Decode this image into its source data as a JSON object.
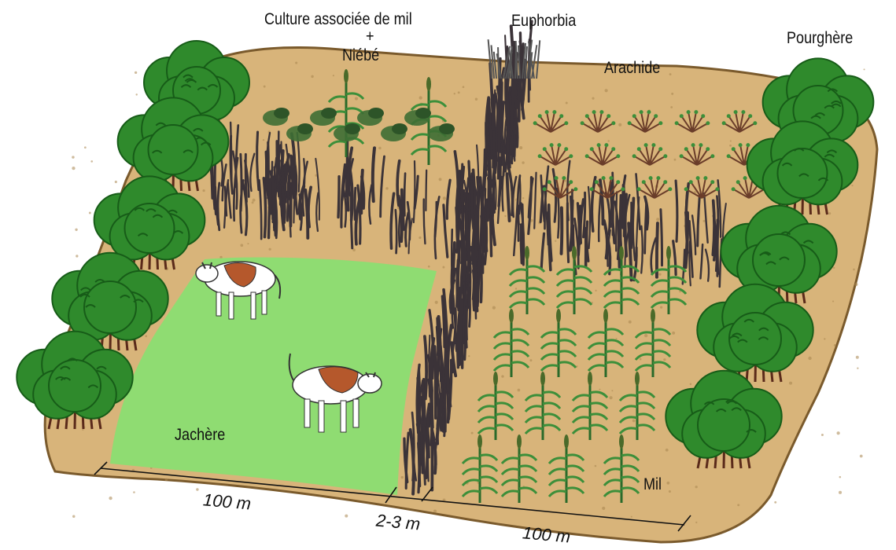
{
  "labels": {
    "intercrop_line1": "Culture associée de mil",
    "intercrop_plus": "+",
    "intercrop_line2": "Niébé",
    "euphorbia": "Euphorbia",
    "arachide": "Arachide",
    "pourghere": "Pourghère",
    "jachere": "Jachère",
    "mil": "Mil"
  },
  "dimensions": {
    "left_field": "100 m",
    "hedge_width": "2-3 m",
    "right_field": "100 m"
  },
  "colors": {
    "soil": "#d8b47a",
    "soil_edge": "#7a5a2c",
    "fallow_grass": "#8fdc72",
    "tree_canopy": "#2f8a2c",
    "tree_canopy_dark": "#175c18",
    "trunk": "#5a2a1a",
    "hedge": "#3b3338",
    "crop_green": "#3c8f3a",
    "peanut_plant": "#6a3d2a",
    "cow_body": "#ffffff",
    "cow_patch": "#b5582c"
  },
  "icons": {
    "cow": "cow-icon",
    "tree": "shrub-icon",
    "millet": "millet-plant-icon",
    "peanut": "peanut-plant-icon",
    "hedge": "euphorbia-hedge-icon"
  }
}
